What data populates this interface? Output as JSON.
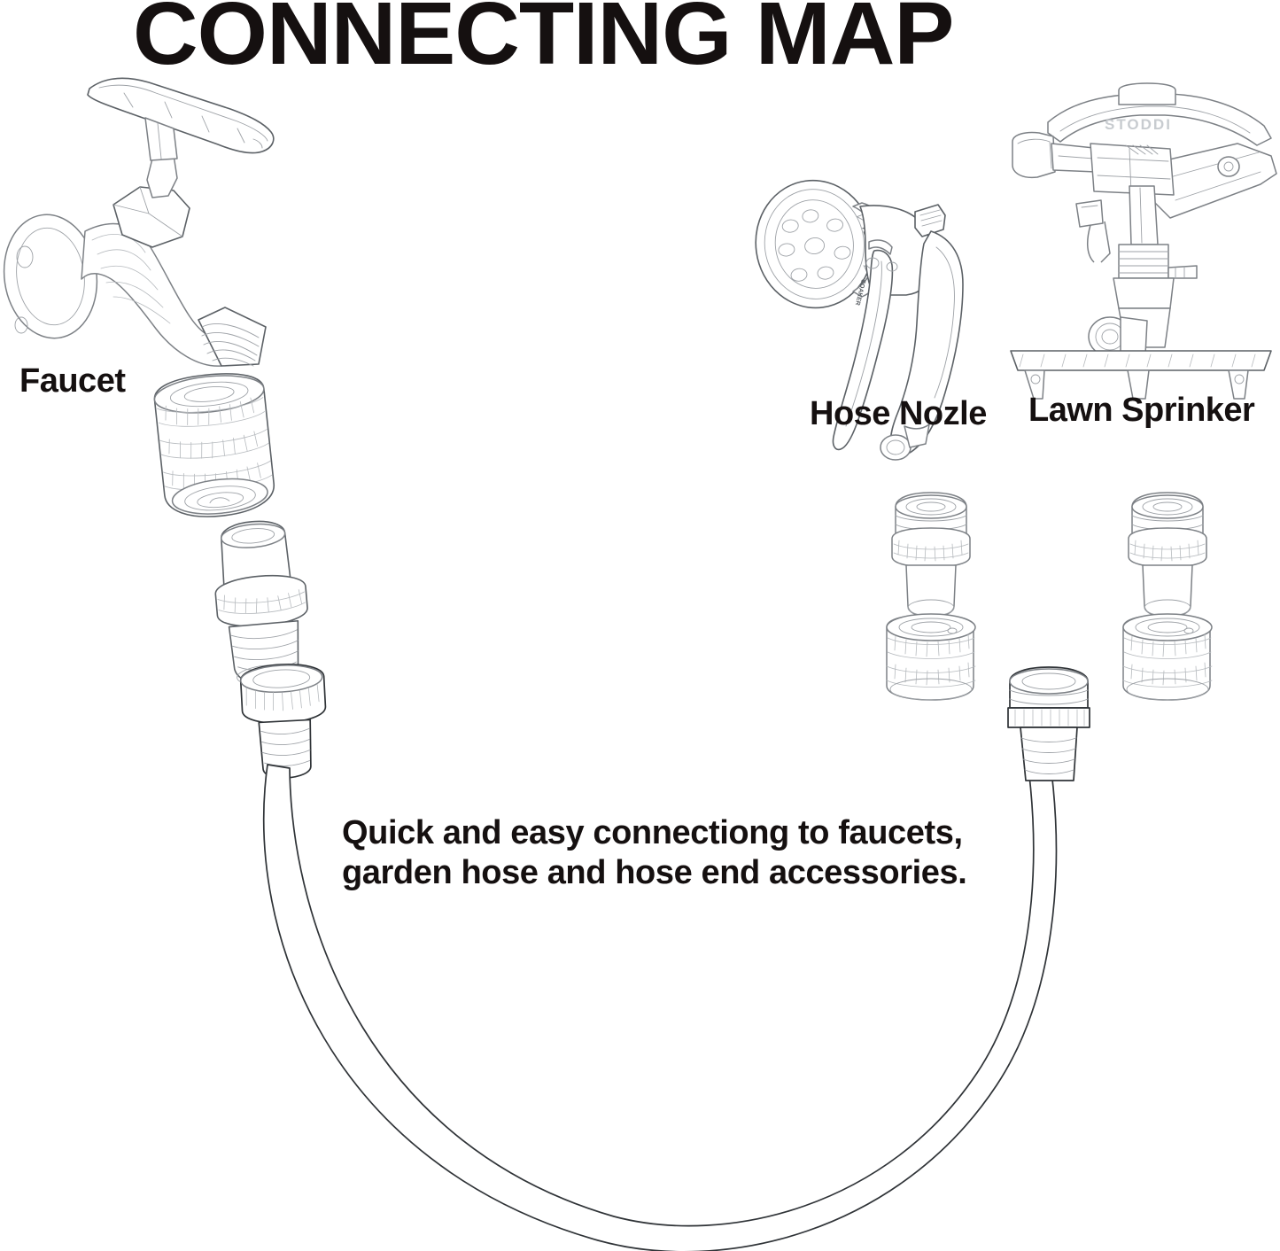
{
  "page": {
    "title": "CONNECTING MAP",
    "background_color": "#ffffff",
    "text_color": "#151010",
    "line_art_color": "#7d8186"
  },
  "labels": {
    "faucet": "Faucet",
    "hose_nozzle": "Hose Nozle",
    "lawn_sprinkler": "Lawn Sprinker"
  },
  "caption": {
    "text": "Quick and easy connectiong to faucets,\ngarden hose and hose end accessories."
  },
  "illustrations": {
    "faucet": "faucet-outline-drawing",
    "left_connectors": "quick-connect-coupler-stack",
    "hose_nozzle": "spray-gun-nozzle-outline-drawing",
    "lawn_sprinkler": "impact-sprinkler-outline-drawing",
    "nozzle_connectors": "male-adapter-and-female-coupler",
    "sprinkler_connectors": "male-adapter-and-female-coupler",
    "garden_hose": "u-shaped-garden-hose-with-threaded-ends"
  },
  "sprinkler_brand_text": "STODDI"
}
